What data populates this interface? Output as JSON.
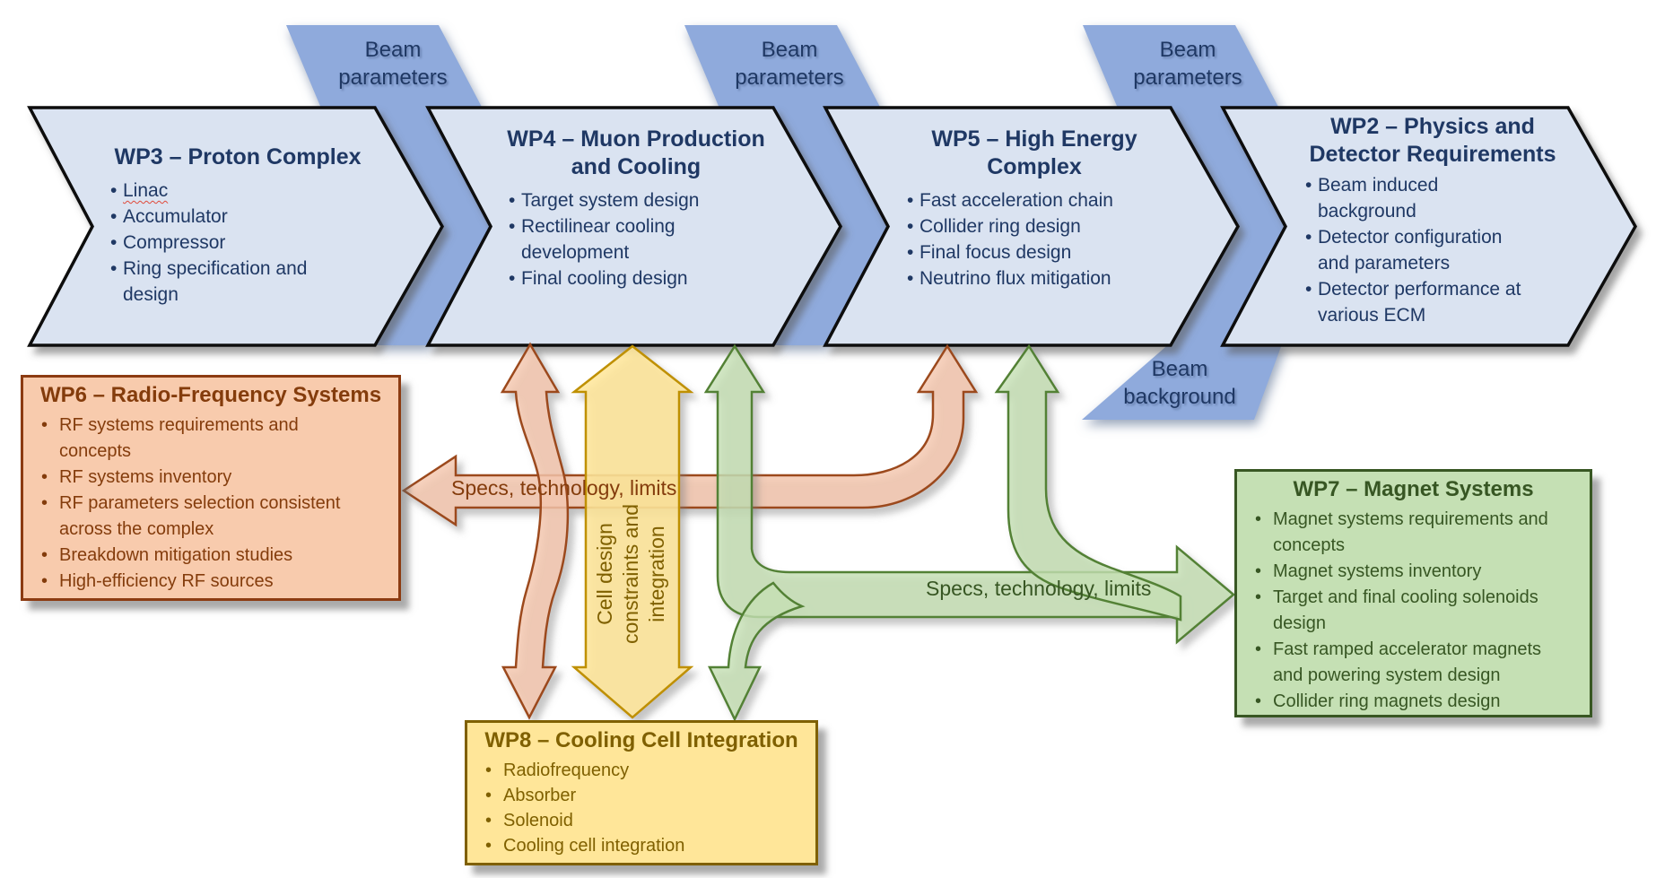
{
  "diagram": {
    "chevrons": [
      {
        "id": "WP3",
        "title_lines": [
          "WP3 – Proton Complex"
        ],
        "bullets": [
          "Linac",
          "Accumulator",
          "Compressor",
          "Ring specification and\ndesign"
        ]
      },
      {
        "id": "WP4",
        "title_lines": [
          "WP4 – Muon Production",
          "and Cooling"
        ],
        "bullets": [
          "Target system design",
          "Rectilinear cooling\ndevelopment",
          "Final cooling design"
        ]
      },
      {
        "id": "WP5",
        "title_lines": [
          "WP5 – High Energy",
          "Complex"
        ],
        "bullets": [
          "Fast acceleration chain",
          "Collider ring design",
          "Final focus design",
          "Neutrino flux mitigation"
        ]
      },
      {
        "id": "WP2",
        "title_lines": [
          "WP2 – Physics and",
          "Detector Requirements"
        ],
        "bullets": [
          "Beam induced\nbackground",
          "Detector configuration\nand parameters",
          "Detector performance at\nvarious ECM"
        ]
      }
    ],
    "banners": {
      "top_labels": [
        "Beam\nparameters",
        "Beam\nparameters",
        "Beam\nparameters"
      ],
      "bottom_label": "Beam\nbackground"
    },
    "boxes": [
      {
        "id": "WP6",
        "title": "WP6 – Radio-Frequency Systems",
        "bullets": [
          "RF systems requirements and\nconcepts",
          "RF systems inventory",
          "RF parameters selection consistent\nacross the complex",
          "Breakdown mitigation studies",
          "High-efficiency RF sources"
        ]
      },
      {
        "id": "WP7",
        "title": "WP7 – Magnet Systems",
        "bullets": [
          "Magnet systems requirements and\nconcepts",
          "Magnet systems inventory",
          "Target and final cooling solenoids\ndesign",
          "Fast ramped accelerator magnets\nand powering system design",
          "Collider ring magnets design"
        ]
      },
      {
        "id": "WP8",
        "title": "WP8 – Cooling Cell Integration",
        "bullets": [
          "Radiofrequency",
          "Absorber",
          "Solenoid",
          "Cooling cell integration"
        ]
      }
    ],
    "arrow_labels": {
      "rf": "Specs, technology, limits",
      "magnet": "Specs, technology, limits",
      "cooling_cell": "Cell design\nconstraints and\nintegration"
    },
    "colors": {
      "chevron_fill": "#dae3f1",
      "chevron_border": "#0a0a0a",
      "chevron_text": "#1f3864",
      "banner_fill": "#8faadc",
      "banner_text": "#1f3864",
      "wp6_fill": "#f8cbad",
      "wp6_border": "#8c3b12",
      "wp6_text": "#843c0c",
      "wp7_fill": "#c5e0b4",
      "wp7_border": "#385723",
      "wp7_text": "#375623",
      "wp8_fill": "#ffe699",
      "wp8_border": "#7f6000",
      "wp8_text": "#7f6000",
      "rf_arrow_fill": "#f4c7ae",
      "rf_arrow_stroke": "#9c4a1f",
      "magnet_arrow_fill": "#c5e0b4",
      "magnet_arrow_stroke": "#538135",
      "cooling_arrow_fill": "#ffe699",
      "cooling_arrow_stroke": "#bf9000"
    }
  }
}
